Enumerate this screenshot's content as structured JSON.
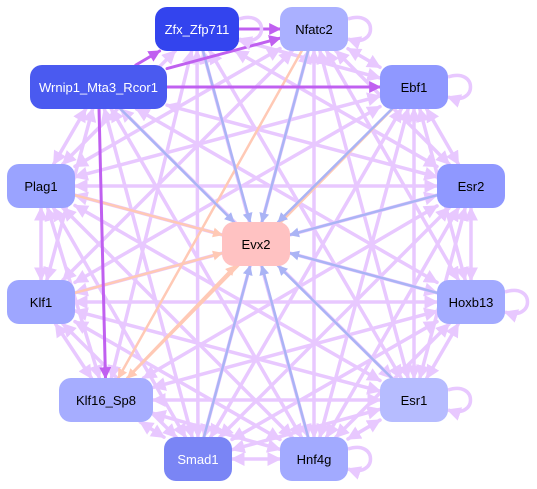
{
  "graph": {
    "nodes": [
      {
        "id": "zfx",
        "label": "Zfx_Zfp711",
        "fill": "#3344ee",
        "text": "#ffffff"
      },
      {
        "id": "nfatc2",
        "label": "Nfatc2",
        "fill": "#aab0ff",
        "text": "#000000"
      },
      {
        "id": "wrnip1",
        "label": "Wrnip1_Mta3_Rcor1",
        "fill": "#4a5af0",
        "text": "#ffffff"
      },
      {
        "id": "ebf1",
        "label": "Ebf1",
        "fill": "#8f98ff",
        "text": "#000000"
      },
      {
        "id": "plag1",
        "label": "Plag1",
        "fill": "#9aa3ff",
        "text": "#000000"
      },
      {
        "id": "esr2",
        "label": "Esr2",
        "fill": "#8f98ff",
        "text": "#000000"
      },
      {
        "id": "evx2",
        "label": "Evx2",
        "fill": "#ffc2c2",
        "text": "#000000"
      },
      {
        "id": "klf1",
        "label": "Klf1",
        "fill": "#9ea6ff",
        "text": "#000000"
      },
      {
        "id": "hoxb13",
        "label": "Hoxb13",
        "fill": "#a2aaff",
        "text": "#000000"
      },
      {
        "id": "klf16",
        "label": "Klf16_Sp8",
        "fill": "#a6adff",
        "text": "#000000"
      },
      {
        "id": "esr1",
        "label": "Esr1",
        "fill": "#b6bcff",
        "text": "#000000"
      },
      {
        "id": "smad1",
        "label": "Smad1",
        "fill": "#7a85f5",
        "text": "#ffffff"
      },
      {
        "id": "hnf4g",
        "label": "Hnf4g",
        "fill": "#a2aaff",
        "text": "#000000"
      }
    ],
    "edge_colors": {
      "default": "#e8c8ff",
      "strong": "#c060f0",
      "blue": "#aab4f5",
      "salmon": "#ffc9b5"
    },
    "edges": [
      [
        "wrnip1",
        "ebf1",
        "strong"
      ],
      [
        "wrnip1",
        "zfx",
        "strong"
      ],
      [
        "wrnip1",
        "nfatc2",
        "strong"
      ],
      [
        "wrnip1",
        "klf16",
        "strong"
      ],
      [
        "zfx",
        "nfatc2",
        "strong"
      ],
      [
        "zfx",
        "evx2",
        "blue"
      ],
      [
        "nfatc2",
        "evx2",
        "blue"
      ],
      [
        "wrnip1",
        "evx2",
        "blue"
      ],
      [
        "hoxb13",
        "evx2",
        "blue"
      ],
      [
        "esr1",
        "evx2",
        "blue"
      ],
      [
        "smad1",
        "evx2",
        "blue"
      ],
      [
        "hnf4g",
        "evx2",
        "blue"
      ],
      [
        "esr2",
        "evx2",
        "blue"
      ],
      [
        "ebf1",
        "evx2",
        "blue"
      ],
      [
        "plag1",
        "evx2",
        "salmon"
      ],
      [
        "klf16",
        "evx2",
        "salmon"
      ],
      [
        "klf1",
        "evx2",
        "salmon"
      ],
      [
        "nfatc2",
        "klf16",
        "salmon"
      ],
      [
        "ebf1",
        "klf16",
        "salmon"
      ],
      [
        "wrnip1",
        "esr2",
        "default"
      ],
      [
        "wrnip1",
        "hoxb13",
        "default"
      ],
      [
        "wrnip1",
        "esr1",
        "default"
      ],
      [
        "wrnip1",
        "hnf4g",
        "default"
      ],
      [
        "wrnip1",
        "smad1",
        "default"
      ],
      [
        "wrnip1",
        "klf1",
        "default"
      ],
      [
        "wrnip1",
        "plag1",
        "default"
      ],
      [
        "zfx",
        "ebf1",
        "default"
      ],
      [
        "zfx",
        "esr2",
        "default"
      ],
      [
        "zfx",
        "hnf4g",
        "default"
      ],
      [
        "zfx",
        "smad1",
        "default"
      ],
      [
        "zfx",
        "klf16",
        "default"
      ],
      [
        "zfx",
        "plag1",
        "default"
      ],
      [
        "zfx",
        "esr1",
        "default"
      ],
      [
        "nfatc2",
        "ebf1",
        "default"
      ],
      [
        "nfatc2",
        "esr2",
        "default"
      ],
      [
        "nfatc2",
        "hoxb13",
        "default"
      ],
      [
        "nfatc2",
        "esr1",
        "default"
      ],
      [
        "nfatc2",
        "hnf4g",
        "default"
      ],
      [
        "nfatc2",
        "smad1",
        "default"
      ],
      [
        "nfatc2",
        "klf1",
        "default"
      ],
      [
        "nfatc2",
        "plag1",
        "default"
      ],
      [
        "ebf1",
        "esr2",
        "default"
      ],
      [
        "ebf1",
        "hoxb13",
        "default"
      ],
      [
        "ebf1",
        "esr1",
        "default"
      ],
      [
        "ebf1",
        "hnf4g",
        "default"
      ],
      [
        "ebf1",
        "smad1",
        "default"
      ],
      [
        "ebf1",
        "klf1",
        "default"
      ],
      [
        "ebf1",
        "plag1",
        "default"
      ],
      [
        "esr2",
        "hoxb13",
        "default"
      ],
      [
        "esr2",
        "esr1",
        "default"
      ],
      [
        "esr2",
        "hnf4g",
        "default"
      ],
      [
        "esr2",
        "smad1",
        "default"
      ],
      [
        "esr2",
        "klf16",
        "default"
      ],
      [
        "esr2",
        "klf1",
        "default"
      ],
      [
        "esr2",
        "plag1",
        "default"
      ],
      [
        "hoxb13",
        "esr1",
        "default"
      ],
      [
        "hoxb13",
        "hnf4g",
        "default"
      ],
      [
        "hoxb13",
        "smad1",
        "default"
      ],
      [
        "hoxb13",
        "klf16",
        "default"
      ],
      [
        "hoxb13",
        "klf1",
        "default"
      ],
      [
        "hoxb13",
        "plag1",
        "default"
      ],
      [
        "esr1",
        "hnf4g",
        "default"
      ],
      [
        "esr1",
        "smad1",
        "default"
      ],
      [
        "esr1",
        "klf16",
        "default"
      ],
      [
        "esr1",
        "klf1",
        "default"
      ],
      [
        "esr1",
        "plag1",
        "default"
      ],
      [
        "hnf4g",
        "smad1",
        "default"
      ],
      [
        "hnf4g",
        "klf16",
        "default"
      ],
      [
        "hnf4g",
        "klf1",
        "default"
      ],
      [
        "hnf4g",
        "plag1",
        "default"
      ],
      [
        "smad1",
        "klf16",
        "default"
      ],
      [
        "smad1",
        "klf1",
        "default"
      ],
      [
        "smad1",
        "plag1",
        "default"
      ],
      [
        "klf16",
        "klf1",
        "default"
      ],
      [
        "klf16",
        "plag1",
        "default"
      ],
      [
        "klf1",
        "plag1",
        "default"
      ]
    ],
    "self_loops": [
      "zfx",
      "nfatc2",
      "ebf1",
      "hoxb13",
      "esr1",
      "hnf4g"
    ]
  }
}
